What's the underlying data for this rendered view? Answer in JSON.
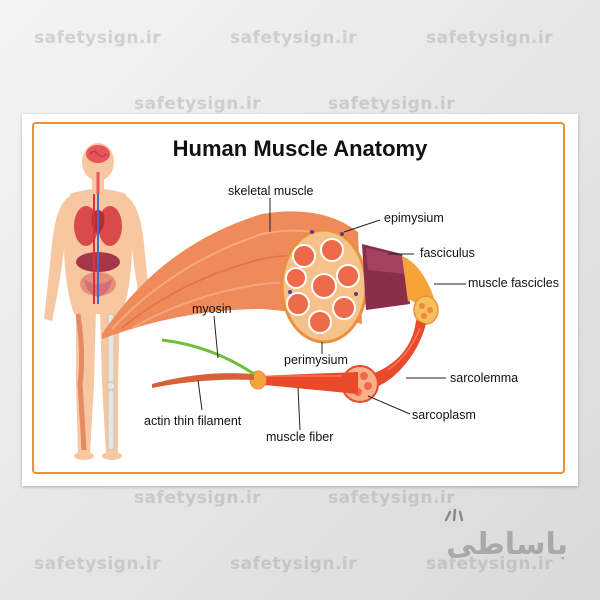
{
  "watermark": "safetysign.ir",
  "title": "Human Muscle Anatomy",
  "labels": {
    "skeletal_muscle": "skeletal muscle",
    "epimysium": "epimysium",
    "fasciculus": "fasciculus",
    "muscle_fascicles": "muscle fascicles",
    "myosin": "myosin",
    "perimysium": "perimysium",
    "sarcolemma": "sarcolemma",
    "actin_thin_filament": "actin thin filament",
    "sarcoplasm": "sarcoplasm",
    "muscle_fiber": "muscle fiber"
  },
  "brand": "باساطی",
  "colors": {
    "frame": "#e8913f",
    "muscle": "#ef8a5a",
    "muscle_dark": "#d9613a",
    "skin": "#f7c7a1",
    "myosin": "#6fbf3b"
  }
}
